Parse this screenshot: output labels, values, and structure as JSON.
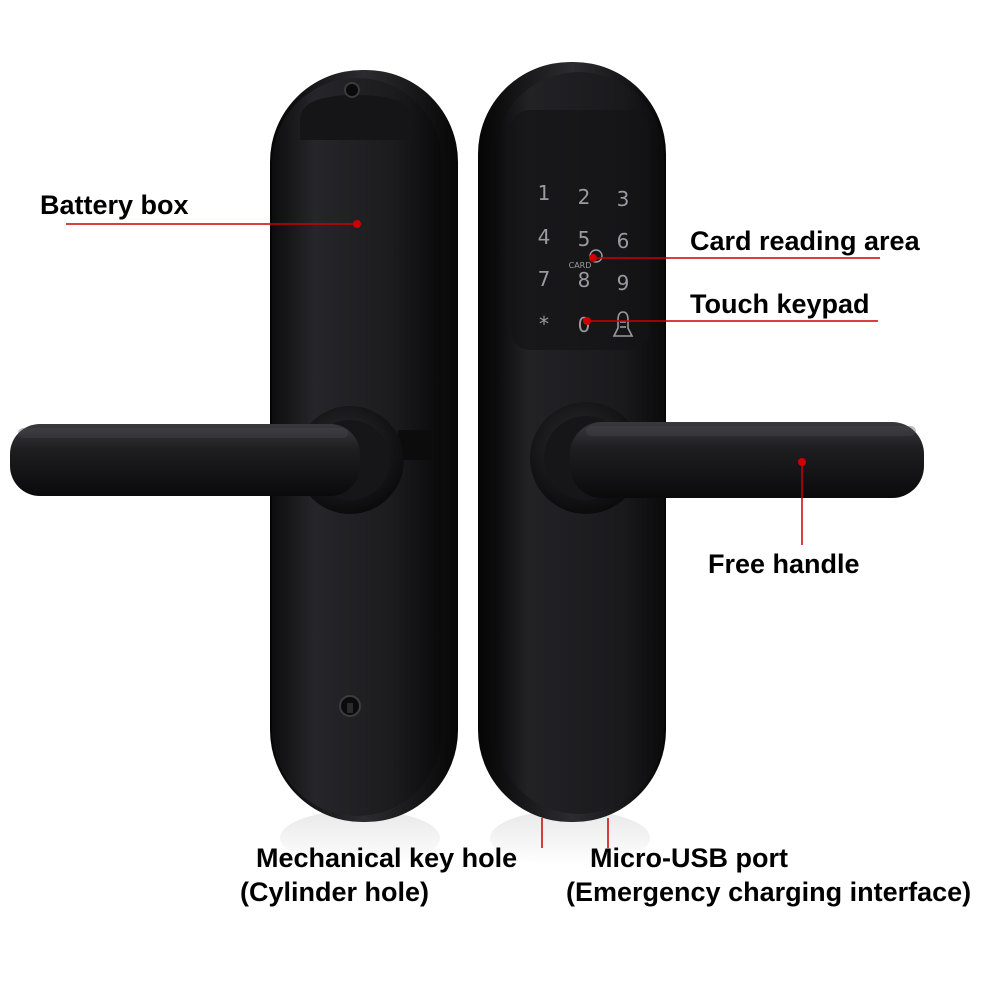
{
  "labels": {
    "battery_box": "Battery box",
    "card_reading_area": "Card reading area",
    "touch_keypad": "Touch keypad",
    "free_handle": "Free handle",
    "mechanical_key_hole": "Mechanical key hole",
    "cylinder_hole": "(Cylinder hole)",
    "micro_usb_port": "Micro-USB port",
    "emergency_charging": "(Emergency charging interface)"
  },
  "keypad": {
    "keys": [
      "1",
      "2",
      "3",
      "4",
      "5",
      "6",
      "7",
      "8",
      "9",
      "*",
      "0"
    ],
    "card_text": "CARD"
  },
  "colors": {
    "callout_line": "#cc0000",
    "lock_body": "#1b1b1d",
    "background": "#ffffff"
  }
}
